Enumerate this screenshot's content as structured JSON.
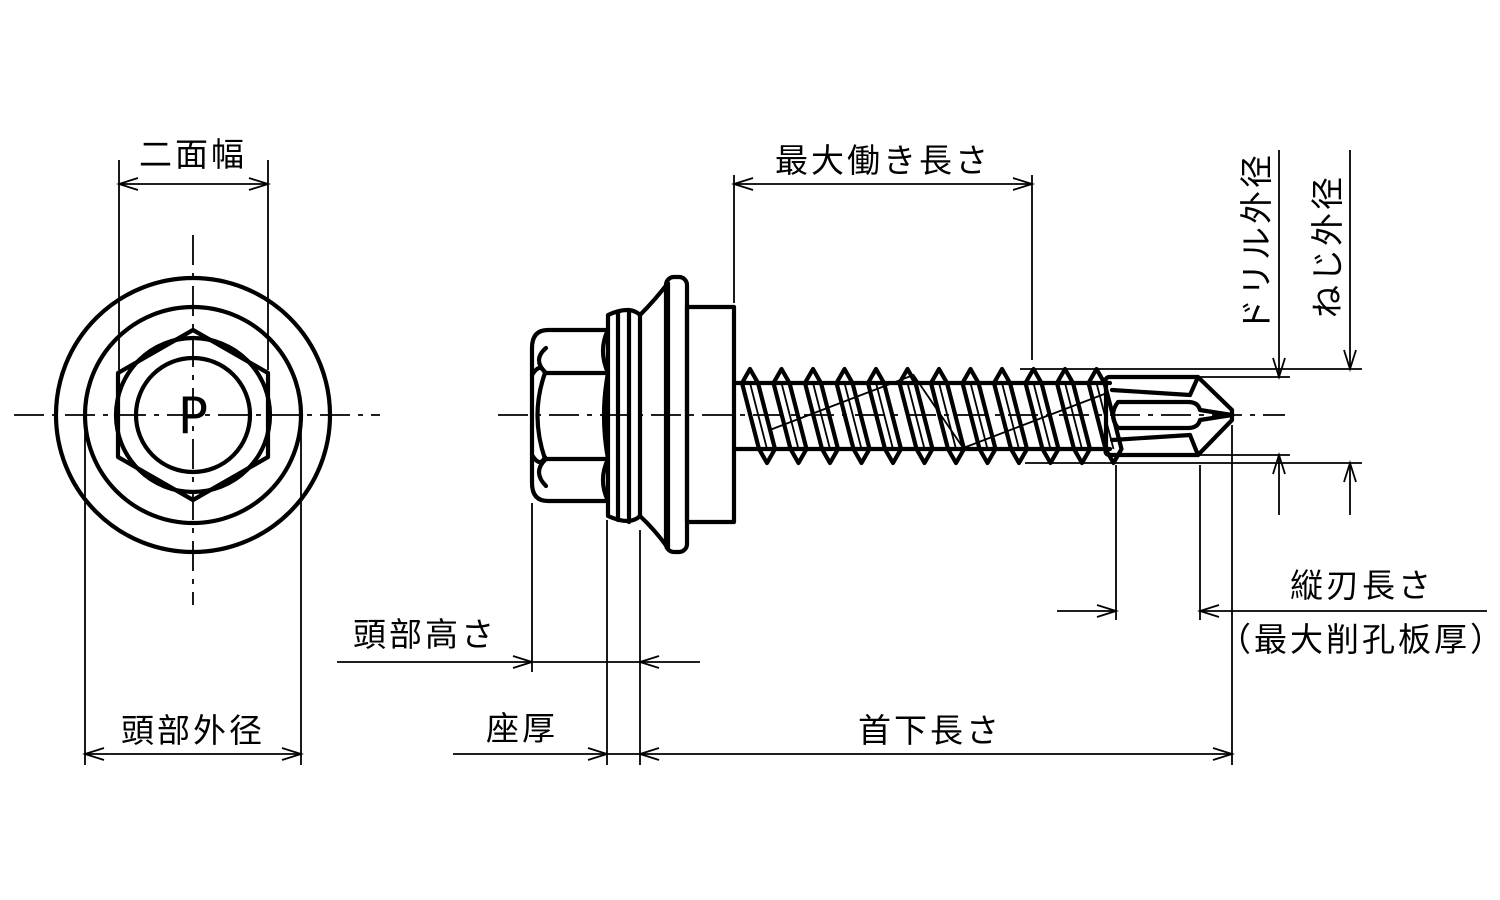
{
  "title": "Self-drilling hex washer head screw dimension diagram",
  "head_mark": "P",
  "labels": {
    "width_across_flats": "二面幅",
    "head_outer_diameter": "頭部外径",
    "max_working_length": "最大働き長さ",
    "drill_outer_diameter": "ドリル外径",
    "thread_outer_diameter": "ねじ外径",
    "flute_length": "縦刃長さ",
    "max_drilling_thickness": "（最大削孔板厚）",
    "head_height": "頭部高さ",
    "washer_thickness": "座厚",
    "under_head_length": "首下長さ"
  },
  "colors": {
    "line": "#000000",
    "background": "#ffffff"
  }
}
